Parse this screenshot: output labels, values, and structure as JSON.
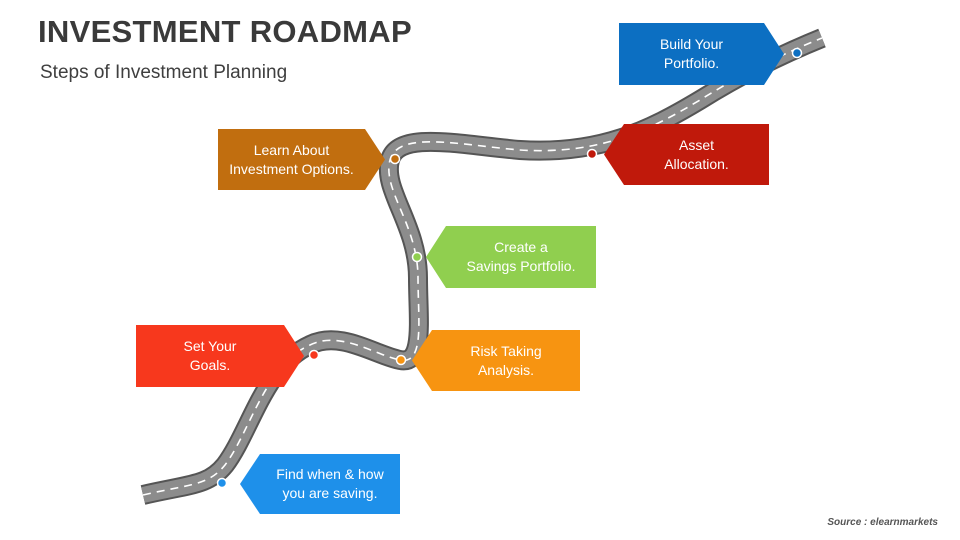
{
  "header": {
    "title": "INVESTMENT ROADMAP",
    "subtitle": "Steps of Investment Planning"
  },
  "steps": [
    {
      "label": "Find when & how\nyou are saving.",
      "color": "#1e90ea"
    },
    {
      "label": "Set Your\nGoals.",
      "color": "#f7381d"
    },
    {
      "label": "Risk Taking\nAnalysis.",
      "color": "#f79411"
    },
    {
      "label": "Create a\nSavings Portfolio.",
      "color": "#90cf4f"
    },
    {
      "label": "Learn About\nInvestment Options.",
      "color": "#c16e0f"
    },
    {
      "label": "Asset\nAllocation.",
      "color": "#c0190b"
    },
    {
      "label": "Build Your\nPortfolio.",
      "color": "#0c6fc2"
    }
  ],
  "road": {
    "color": "#8c8c8c",
    "edge_color": "#555555",
    "dash_color": "#ffffff"
  },
  "footer": {
    "source": "Source : elearnmarkets"
  }
}
